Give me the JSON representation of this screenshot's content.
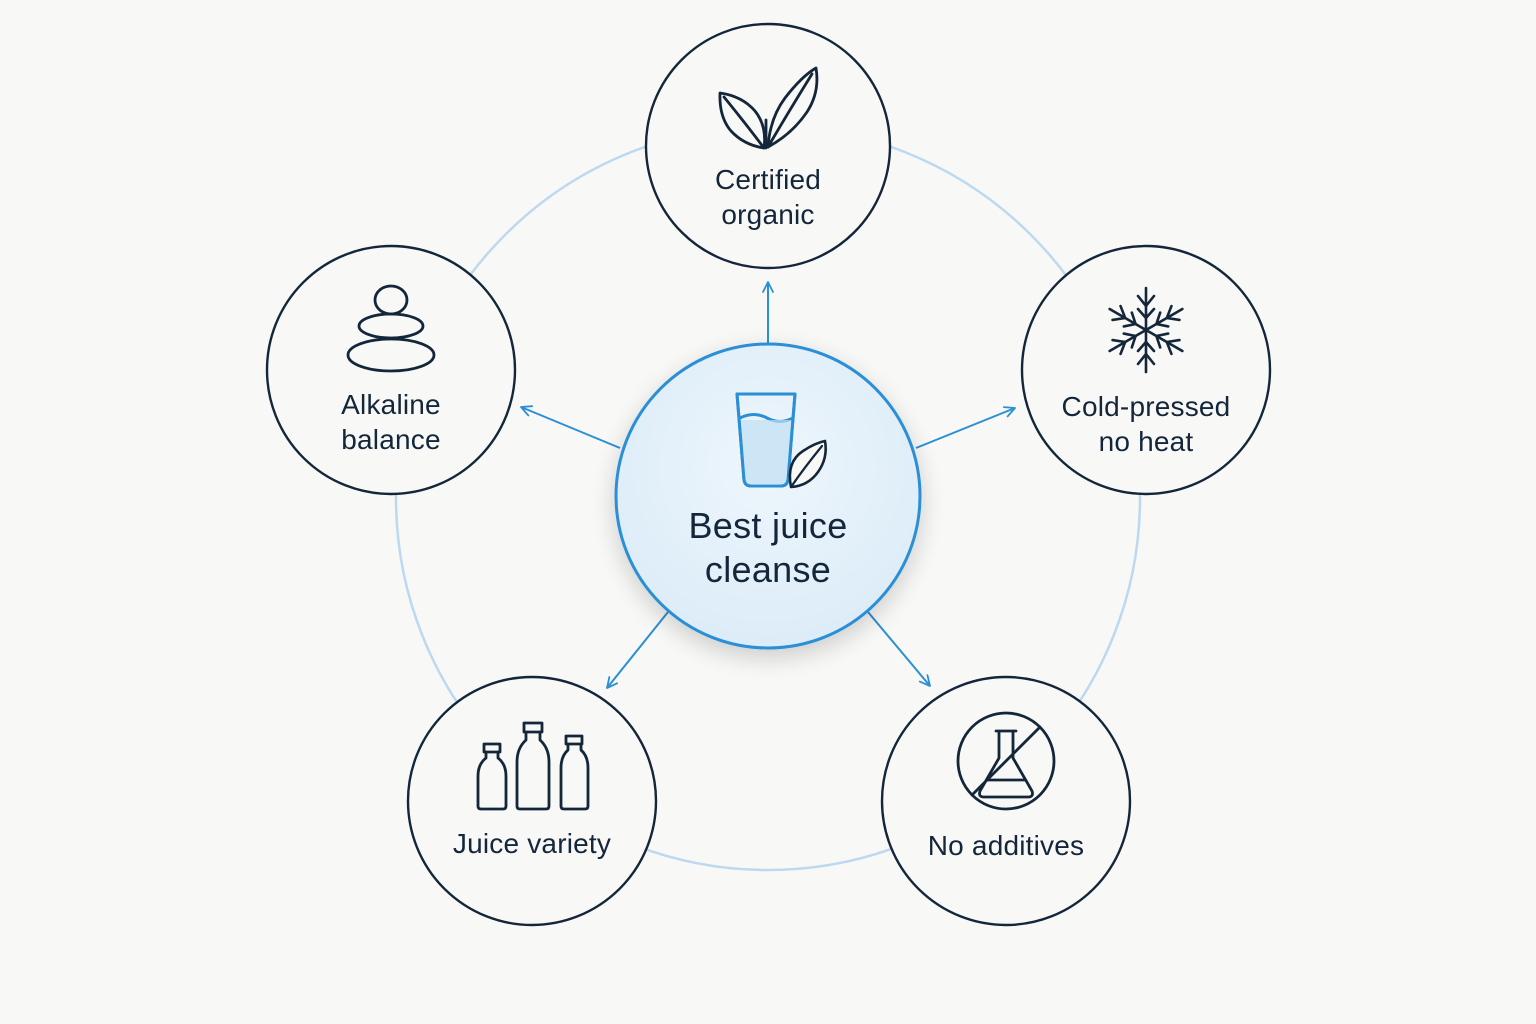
{
  "center": {
    "line1": "Best juice",
    "line2": "cleanse",
    "icon": "glass-with-leaf-icon"
  },
  "features": [
    {
      "id": "certified-organic",
      "line1": "Certified",
      "line2": "organic",
      "icon": "leaves-icon"
    },
    {
      "id": "cold-pressed",
      "line1": "Cold-pressed",
      "line2": "no heat",
      "icon": "snowflake-icon"
    },
    {
      "id": "no-additives",
      "line1": "No additives",
      "line2": "",
      "icon": "no-chemicals-flask-icon"
    },
    {
      "id": "juice-variety",
      "line1": "Juice variety",
      "line2": "",
      "icon": "juice-bottles-icon"
    },
    {
      "id": "alkaline-balance",
      "line1": "Alkaline",
      "line2": "balance",
      "icon": "stacked-stones-icon"
    }
  ],
  "colors": {
    "accent": "#2b8fd6",
    "ring": "#bcd9ef",
    "outline": "#13263a",
    "center_fill": "#e4f1fb",
    "background": "#f8f8f6"
  }
}
